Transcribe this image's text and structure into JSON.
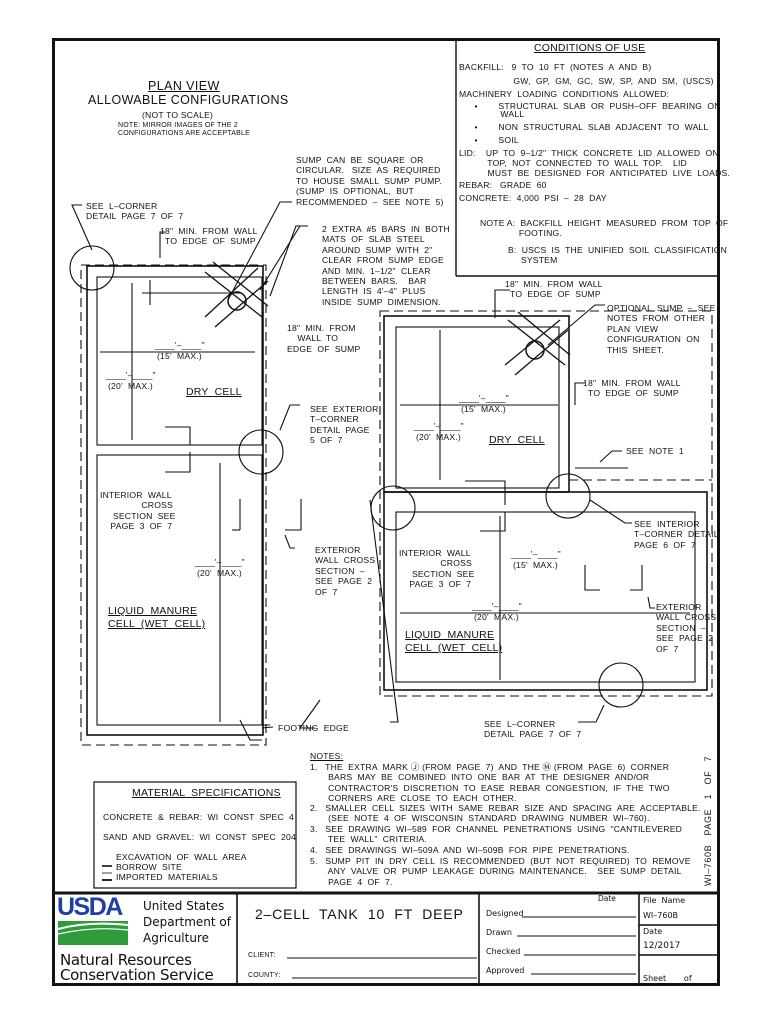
{
  "plan_view": {
    "title": "PLAN VIEW",
    "subtitle": "ALLOWABLE CONFIGURATIONS",
    "scale_note": "(NOT TO SCALE)",
    "mirror_note_1": "NOTE: MIRROR IMAGES OF THE 2",
    "mirror_note_2": "CONFIGURATIONS ARE ACCEPTABLE"
  },
  "conditions_of_use": {
    "title": "CONDITIONS OF USE",
    "lines": [
      "BACKFILL:   9  TO  10  FT  (NOTES  A  AND  B)",
      "                     GW,  GP,  GM,  GC,  SW,  SP,  AND  SM,  (USCS)",
      "MACHINERY  LOADING  CONDITIONS  ALLOWED:",
      "      •        STRUCTURAL  SLAB  OR  PUSH–OFF  BEARING  ON",
      "                WALL",
      "      •        NON  STRUCTURAL  SLAB  ADJACENT  TO  WALL",
      "      •        SOIL",
      "LID:    UP  TO  9–1/2\"  THICK  CONCRETE  LID  ALLOWED  ON",
      "           TOP,  NOT  CONNECTED  TO  WALL  TOP.    LID",
      "           MUST  BE  DESIGNED  FOR  ANTICIPATED  LIVE  LOADS.",
      "REBAR:   GRADE  60",
      "CONCRETE:  4,000  PSI  –  28  DAY"
    ],
    "note_a": "NOTE A:  BACKFILL  HEIGHT  MEASURED  FROM  TOP  OF\n               FOOTING.",
    "note_b": "B:  USCS  IS  THE  UNIFIED  SOIL  CLASSIFICATION\n     SYSTEM"
  },
  "callouts": {
    "sump_shape": "SUMP  CAN  BE  SQUARE  OR\nCIRCULAR.   SIZE  AS  REQUIRED\nTO  HOUSE  SMALL  SUMP  PUMP.\n(SUMP  IS  OPTIONAL,  BUT\nRECOMMENDED  –  SEE  NOTE  5)",
    "extra_bars": "2  EXTRA  #5  BARS  IN  BOTH\nMATS  OF  SLAB  STEEL\nAROUND  SUMP  WITH  2\"\nCLEAR  FROM  SUMP  EDGE\nAND  MIN.  1–1/2\"  CLEAR\nBETWEEN  BARS.    BAR\nLENGTH  IS  4'–4\"  PLUS\nINSIDE  SUMP  DIMENSION.",
    "l_corner_left": "SEE  L–CORNER\nDETAIL  PAGE  7  OF  7",
    "min18_left_top": "18\"  MIN.  FROM  WALL\n  TO  EDGE  OF  SUMP",
    "min18_left_side": "18\"  MIN.  FROM\n    WALL  TO\nEDGE  OF  SUMP",
    "ext_t_corner": "SEE  EXTERIOR\nT–CORNER\nDETAIL  PAGE\n5  OF  7",
    "interior_wall_left": "INTERIOR  WALL\n                CROSS\n     SECTION  SEE\n    PAGE  3  OF  7",
    "exterior_wall_left": "EXTERIOR\nWALL  CROSS\nSECTION  –\nSEE  PAGE  2\nOF  7",
    "footing_edge": "FOOTING  EDGE",
    "min18_right_top": "18\"  MIN.  FROM  WALL\n  TO  EDGE  OF  SUMP",
    "optional_sump": "OPTIONAL  SUMP  –  SEE\nNOTES  FROM  OTHER\nPLAN  VIEW\nCONFIGURATION  ON\nTHIS  SHEET.",
    "min18_right_side": "18\"  MIN.  FROM  WALL\n  TO  EDGE  OF  SUMP",
    "see_note_1": "SEE  NOTE  1",
    "interior_t_corner": "SEE  INTERIOR\nT–CORNER  DETAIL\nPAGE  6  OF  7",
    "interior_wall_right": "INTERIOR  WALL\n                CROSS\n     SECTION  SEE\n    PAGE  3  OF  7",
    "exterior_wall_right": "EXTERIOR\nWALL  CROSS\nSECTION  –\nSEE  PAGE  2\nOF  7",
    "l_corner_right": "SEE  L–CORNER\nDETAIL  PAGE  7  OF  7"
  },
  "dimensions": {
    "dim_placeholder": "____'–____\"",
    "max15": "(15'  MAX.)",
    "max20": "(20'  MAX.)"
  },
  "cells": {
    "dry": "DRY  CELL",
    "wet_1": "LIQUID  MANURE",
    "wet_2": "CELL  (WET  CELL)"
  },
  "notes": {
    "heading": "NOTES:",
    "items": [
      "1.   THE  EXTRA  MARK Ⓙ (FROM  PAGE  7)  AND  THE Ⓜ (FROM  PAGE  6)  CORNER\n       BARS  MAY  BE  COMBINED  INTO  ONE  BAR  AT  THE  DESIGNER  AND/OR\n       CONTRACTOR'S  DISCRETION  TO  EASE  REBAR  CONGESTION,  IF  THE  TWO\n       CORNERS  ARE  CLOSE  TO  EACH  OTHER.",
      "2.   SMALLER  CELL  SIZES  WITH  SAME  REBAR  SIZE  AND  SPACING  ARE  ACCEPTABLE.\n       (SEE  NOTE  4  OF  WISCONSIN  STANDARD  DRAWING  NUMBER  WI–760).",
      "3.   SEE  DRAWING  WI–589  FOR  CHANNEL  PENETRATIONS  USING  \"CANTILEVERED\n       TEE  WALL\"  CRITERIA.",
      "4.   SEE  DRAWINGS  WI–509A  AND  WI–509B  FOR  PIPE  PENETRATIONS.",
      "5.   SUMP  PIT  IN  DRY  CELL  IS  RECOMMENDED  (BUT  NOT  REQUIRED)  TO  REMOVE\n       ANY  VALVE  OR  PUMP  LEAKAGE  DURING  MAINTENANCE.    SEE  SUMP  DETAIL\n       PAGE  4  OF  7."
    ]
  },
  "material_specs": {
    "title": "MATERIAL  SPECIFICATIONS",
    "concrete_rebar": "CONCRETE  &  REBAR:  WI  CONST  SPEC  4",
    "sand_gravel": "SAND  AND  GRAVEL:  WI  CONST  SPEC  204",
    "legend": [
      "EXCAVATION  OF  WALL  AREA",
      "BORROW  SITE",
      "IMPORTED  MATERIALS"
    ]
  },
  "page_marker": "WI–760B   PAGE   1   OF   7",
  "title_block": {
    "agency_logo": "USDA",
    "agency_1": "United States",
    "agency_2": "Department of",
    "agency_3": "Agriculture",
    "service_1": "Natural Resources",
    "service_2": "Conservation Service",
    "drawing_title": "2–CELL  TANK  10  FT  DEEP",
    "client_label": "CLIENT:",
    "county_label": "COUNTY:",
    "date_header": "Date",
    "designed": "Designed",
    "drawn": "Drawn",
    "checked": "Checked",
    "approved": "Approved",
    "file_name_label": "File  Name",
    "file_name": "WI–760B",
    "date_label": "Date",
    "date_value": "12/2017",
    "sheet_label": "Sheet       of",
    "colors": {
      "usda_blue": "#1f3fa8",
      "usda_green": "#2f9b3a"
    }
  }
}
